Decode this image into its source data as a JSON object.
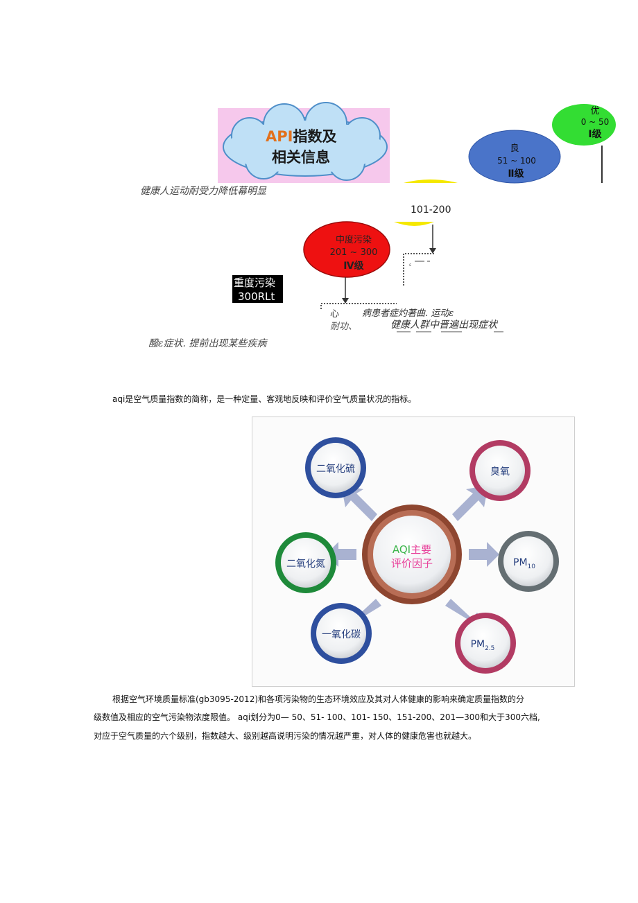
{
  "api_diagram": {
    "cloud_title_line1": "API指数及",
    "cloud_title_line2": "相关信息",
    "level_excellent": {
      "name": "优",
      "range": "0 ~ 50",
      "grade": "Ⅰ级",
      "color": "#33dd33"
    },
    "level_good": {
      "name": "良",
      "range": "51 ~ 100",
      "grade": "Ⅱ级",
      "color": "#4a74c9"
    },
    "level_moderate_color": "#f5e800",
    "level_medium": {
      "name": "中度污染",
      "range": "201 ~ 300",
      "grade": "Ⅳ级",
      "color": "#ee1111"
    },
    "range_101_200": "101-200",
    "heavy_label": "重度污染",
    "heavy_range": "300RLt",
    "note_top": "健康人运动耐受力降低幕明显",
    "note_bottom": "醱ε症状. 提前出现某些疾病",
    "note_right_line1_a": "心",
    "note_right_line1_b": "病患者症灼著曲. 运动ε",
    "note_right_line2_a": "耐功、",
    "note_right_line2_b": "健康人群中晋遍出现症状",
    "marker_small": "ε"
  },
  "intro_text": "aqi是空气质量指数的简称，是一种定量、客观地反映和评价空气质量状况的指标。",
  "factors": {
    "center_line1_a": "AQI",
    "center_line1_b": "主要",
    "center_line2": "评价因子",
    "so2": "二氧化硫",
    "o3": "臭氧",
    "no2": "二氧化氮",
    "pm10_main": "PM",
    "pm10_sub": "10",
    "co": "一氧化碳",
    "pm25_main": "PM",
    "pm25_sub": "2.5"
  },
  "paragraph": {
    "line1": "根据空气环境质量标准(gb3095-2012)和各项污染物的生态环境效应及其对人体健康的影响来确定质量指数的分",
    "line2": "级数值及相应的空气污染物浓度限值。   aqi划分为0— 50、51- 100、101- 150、151-200、201—300和大于300六档,",
    "line3": "对应于空气质量的六个级别，指数越大、级别越高说明污染的情况越严重，对人体的健康危害也就越大。"
  }
}
